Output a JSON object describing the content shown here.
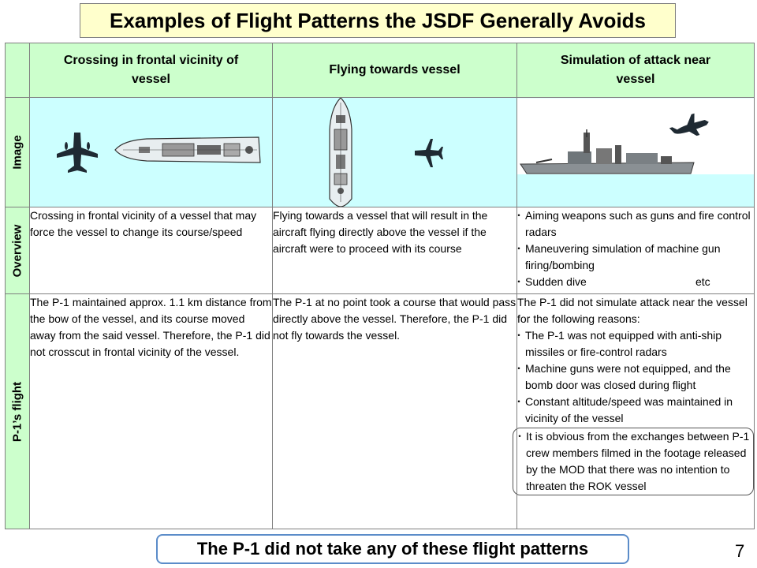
{
  "title": "Examples of Flight Patterns the JSDF Generally Avoids",
  "columns": [
    "Crossing in frontal vicinity of vessel",
    "Flying towards vessel",
    "Simulation of attack near vessel"
  ],
  "rows": {
    "image": "Image",
    "overview": "Overview",
    "flight": "P-1’s flight"
  },
  "overview": {
    "c1": "Crossing in frontal vicinity of a vessel that may force the vessel to change its course/speed",
    "c2": "Flying towards a vessel that will result in the aircraft flying directly above the vessel if the aircraft were to proceed with its course",
    "c3": [
      "Aiming weapons such as guns and fire control radars",
      "Maneuvering simulation of machine gun firing/bombing",
      "Sudden dive"
    ],
    "c3_etc": "etc"
  },
  "flight": {
    "c1": "The P-1 maintained approx. 1.1 km distance from the bow of the vessel, and its course moved away from the said vessel. Therefore, the P-1 did not crosscut in frontal vicinity of the vessel.",
    "c2": "The P-1 at no point took a course that would pass directly above the vessel. Therefore, the P-1 did not fly towards the vessel.",
    "c3_intro": "The P-1 did not simulate attack near the vessel for the following reasons:",
    "c3": [
      "The P-1 was not equipped with anti-ship missiles or fire-control radars",
      "Machine guns were not equipped, and the bomb door was closed during flight",
      "Constant altitude/speed was maintained in vicinity of the vessel"
    ],
    "c3_boxed": "It is obvious from the exchanges between P-1 crew members filmed in the footage released by the MOD that there was no intention to threaten the ROK vessel"
  },
  "footer": "The P-1 did not take any of these flight patterns",
  "page_number": "7",
  "colors": {
    "title_bg": "#ffffcc",
    "header_bg": "#ccffcc",
    "image_bg": "#ccffff",
    "footer_border": "#5b8cc9"
  },
  "icons": [
    "aircraft-icon",
    "warship-icon"
  ]
}
